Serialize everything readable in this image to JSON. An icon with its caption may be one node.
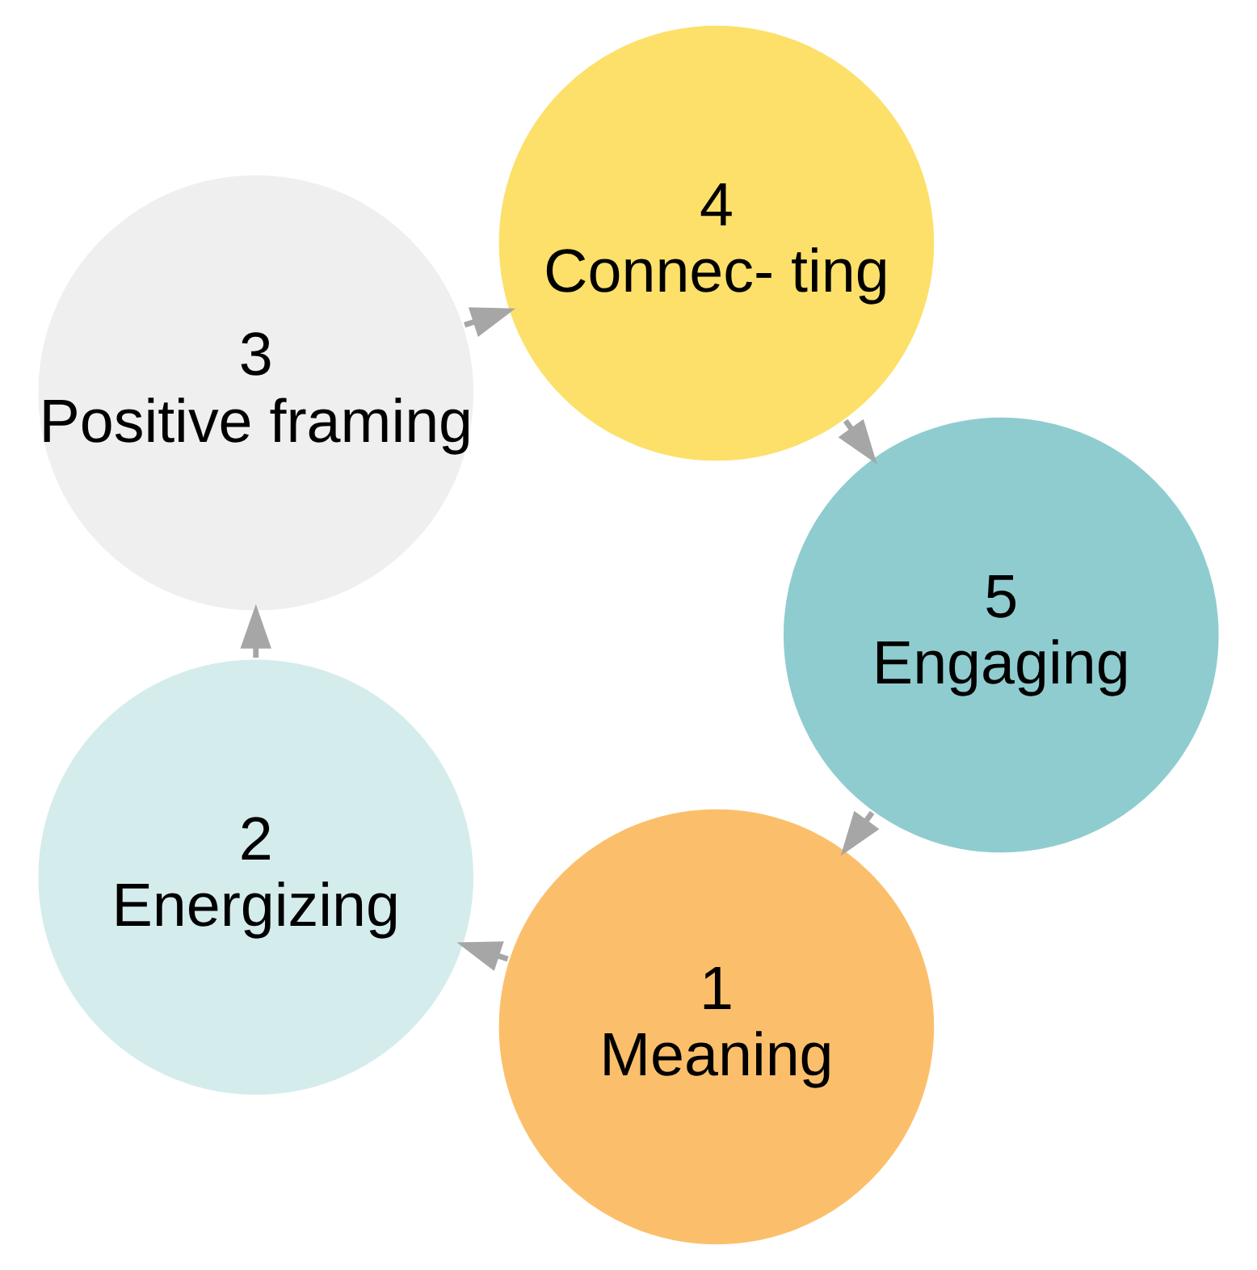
{
  "diagram": {
    "nodes": [
      {
        "text": [
          "1",
          "Meaning"
        ]
      },
      {
        "text": [
          "2",
          "Energizing"
        ]
      },
      {
        "text": [
          "3",
          "Positive framing"
        ]
      },
      {
        "text": [
          "4",
          "Connec- ting"
        ]
      },
      {
        "text": [
          "5",
          "Engaging"
        ]
      }
    ],
    "edges": [
      {
        "from": 0,
        "to": 1,
        "arrow": "to",
        "style": "dashed"
      },
      {
        "from": 1,
        "to": 2,
        "arrow": "to",
        "style": "dashed"
      },
      {
        "from": 2,
        "to": 3,
        "arrow": "to",
        "style": "dashed"
      },
      {
        "from": 3,
        "to": 4,
        "arrow": "to",
        "style": "dashed"
      },
      {
        "from": 4,
        "to": 0,
        "arrow": "to",
        "style": "dashed"
      }
    ]
  }
}
